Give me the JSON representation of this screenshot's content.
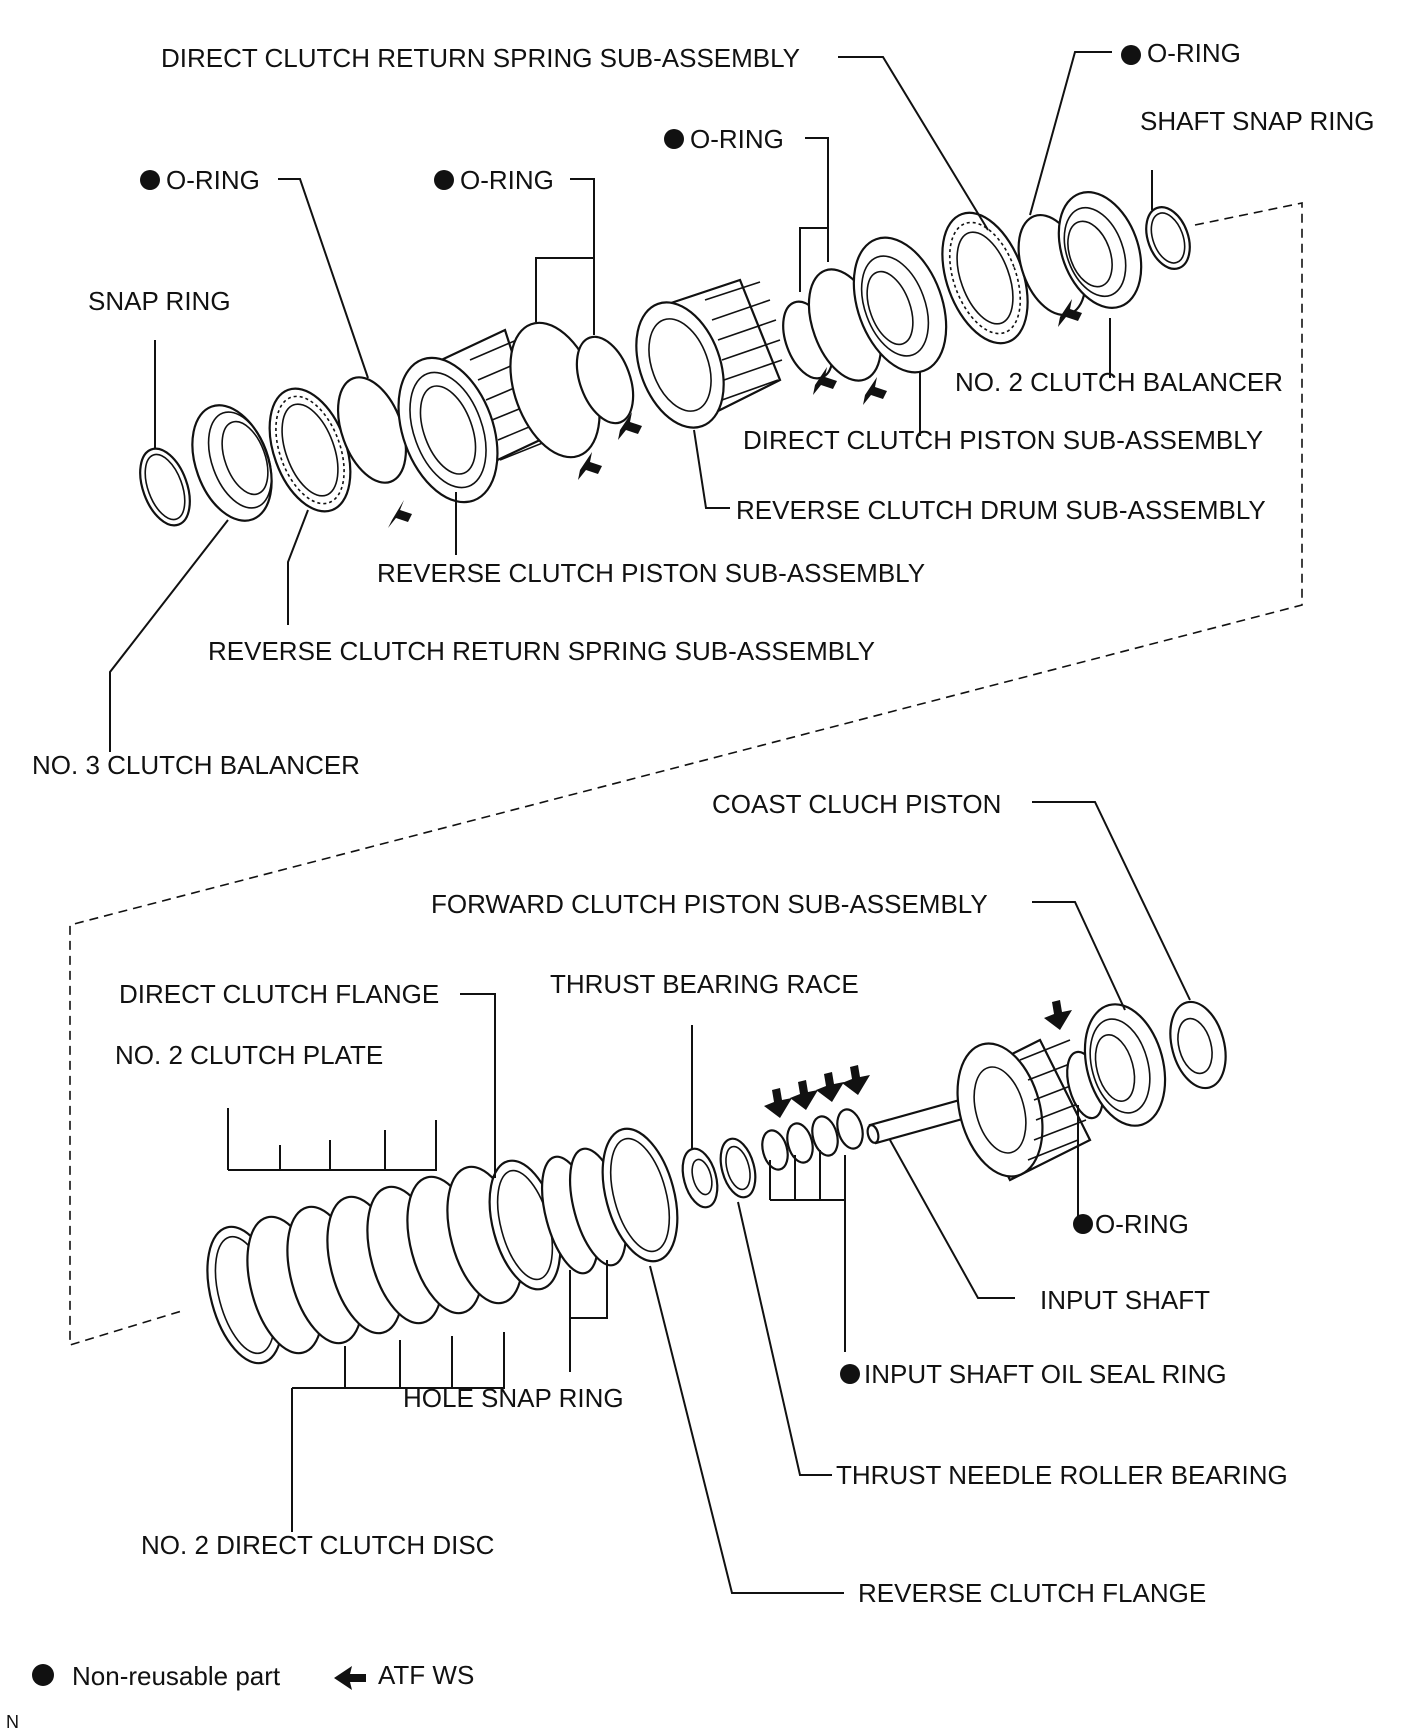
{
  "labels": {
    "direct_clutch_return_spring": "DIRECT CLUTCH RETURN SPRING SUB-ASSEMBLY",
    "o_ring_top_right": "O-RING",
    "shaft_snap_ring": "SHAFT SNAP RING",
    "o_ring_mid": "O-RING",
    "o_ring_left": "O-RING",
    "o_ring_center": "O-RING",
    "snap_ring": "SNAP RING",
    "no2_clutch_balancer": "NO. 2 CLUTCH BALANCER",
    "direct_clutch_piston": "DIRECT CLUTCH PISTON SUB-ASSEMBLY",
    "reverse_clutch_drum": "REVERSE CLUTCH DRUM SUB-ASSEMBLY",
    "reverse_clutch_piston": "REVERSE CLUTCH PISTON SUB-ASSEMBLY",
    "reverse_clutch_return_spring": "REVERSE CLUTCH RETURN SPRING SUB-ASSEMBLY",
    "no3_clutch_balancer": "NO. 3 CLUTCH BALANCER",
    "coast_clutch_piston": "COAST CLUCH PISTON",
    "forward_clutch_piston": "FORWARD CLUTCH PISTON SUB-ASSEMBLY",
    "direct_clutch_flange": "DIRECT CLUTCH FLANGE",
    "thrust_bearing_race": "THRUST BEARING RACE",
    "no2_clutch_plate": "NO. 2 CLUTCH PLATE",
    "o_ring_lower": "O-RING",
    "input_shaft": "INPUT SHAFT",
    "input_shaft_oil_seal_ring": "INPUT SHAFT OIL SEAL RING",
    "hole_snap_ring": "HOLE SNAP RING",
    "thrust_needle_roller_bearing": "THRUST NEEDLE ROLLER BEARING",
    "no2_direct_clutch_disc": "NO. 2 DIRECT CLUTCH DISC",
    "reverse_clutch_flange": "REVERSE CLUTCH FLANGE"
  },
  "legend": {
    "non_reusable": "Non-reusable part",
    "atf_ws": "ATF WS"
  },
  "corner_mark": "N"
}
